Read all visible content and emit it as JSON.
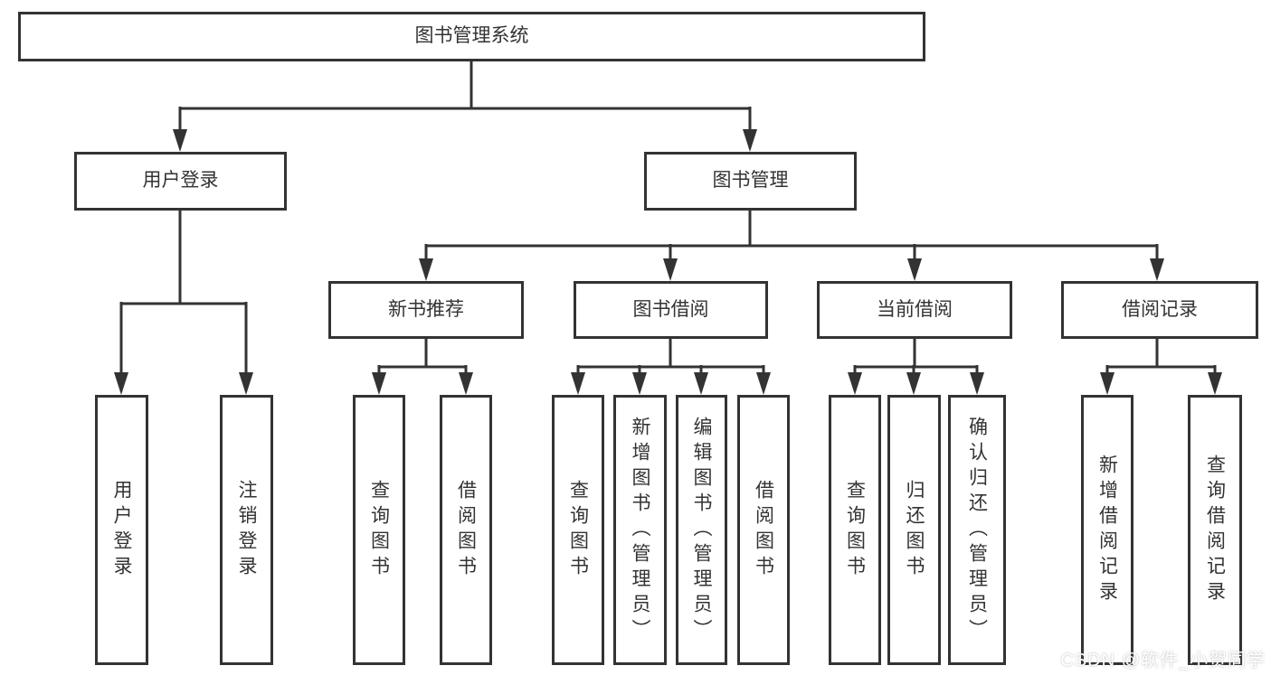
{
  "tree": {
    "root": "图书管理系统",
    "children": [
      {
        "label": "用户登录",
        "children": [
          "用户登录",
          "注销登录"
        ]
      },
      {
        "label": "图书管理",
        "children": [
          {
            "label": "新书推荐",
            "children": [
              "查询图书",
              "借阅图书"
            ]
          },
          {
            "label": "图书借阅",
            "children": [
              "查询图书",
              "新增图书（管理员）",
              "编辑图书（管理员）",
              "借阅图书"
            ]
          },
          {
            "label": "当前借阅",
            "children": [
              "查询图书",
              "归还图书",
              "确认归还（管理员）"
            ]
          },
          {
            "label": "借阅记录",
            "children": [
              "新增借阅记录",
              "查询借阅记录"
            ]
          }
        ]
      }
    ]
  },
  "watermark": {
    "text": "CSDN @软件_小贺同学"
  },
  "colors": {
    "background": "#ffffff",
    "box_border": "#333333",
    "line": "#333333",
    "watermark_text": "#ffffff"
  }
}
